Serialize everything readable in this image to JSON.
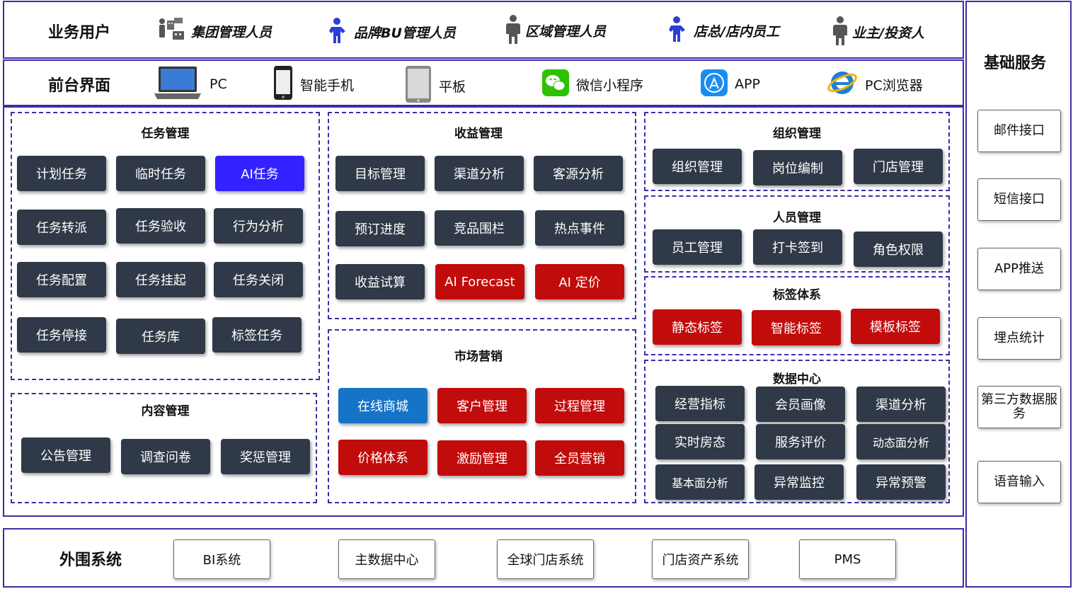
{
  "users": {
    "label": "业务用户",
    "items": [
      "集团管理人员",
      "品牌BU管理人员",
      "区域管理人员",
      "店总/店内员工",
      "业主/投资人"
    ]
  },
  "frontend": {
    "label": "前台界面",
    "items": [
      "PC",
      "智能手机",
      "平板",
      "微信小程序",
      "APP",
      "PC浏览器"
    ]
  },
  "task": {
    "title": "任务管理",
    "items": [
      "计划任务",
      "临时任务",
      "AI任务",
      "任务转派",
      "任务验收",
      "行为分析",
      "任务配置",
      "任务挂起",
      "任务关闭",
      "任务停接",
      "任务库",
      "标签任务"
    ]
  },
  "content": {
    "title": "内容管理",
    "items": [
      "公告管理",
      "调查问卷",
      "奖惩管理"
    ]
  },
  "revenue": {
    "title": "收益管理",
    "items": [
      "目标管理",
      "渠道分析",
      "客源分析",
      "预订进度",
      "竞品围栏",
      "热点事件",
      "收益试算",
      "AI Forecast",
      "AI 定价"
    ]
  },
  "marketing": {
    "title": "市场营销",
    "items": [
      "在线商城",
      "客户管理",
      "过程管理",
      "价格体系",
      "激励管理",
      "全员营销"
    ]
  },
  "org": {
    "title": "组织管理",
    "items": [
      "组织管理",
      "岗位编制",
      "门店管理"
    ]
  },
  "staff": {
    "title": "人员管理",
    "items": [
      "员工管理",
      "打卡签到",
      "角色权限"
    ]
  },
  "tags": {
    "title": "标签体系",
    "items": [
      "静态标签",
      "智能标签",
      "模板标签"
    ]
  },
  "datacenter": {
    "title": "数据中心",
    "items": [
      "经营指标",
      "会员画像",
      "渠道分析",
      "实时房态",
      "服务评价",
      "动态面分析",
      "基本面分析",
      "异常监控",
      "异常预警"
    ]
  },
  "base_services": {
    "title": "基础服务",
    "items": [
      "邮件接口",
      "短信接口",
      "APP推送",
      "埋点统计",
      "第三方数据服务",
      "语音输入"
    ]
  },
  "peripheral": {
    "label": "外围系统",
    "items": [
      "BI系统",
      "主数据中心",
      "全球门店系统",
      "门店资产系统",
      "PMS"
    ]
  },
  "colors": {
    "frame": "#3a2fa8",
    "dark_button": "#2f3947",
    "red_button": "#c20b0b",
    "blue_button": "#3322ff",
    "light_blue_button": "#1674c8"
  }
}
